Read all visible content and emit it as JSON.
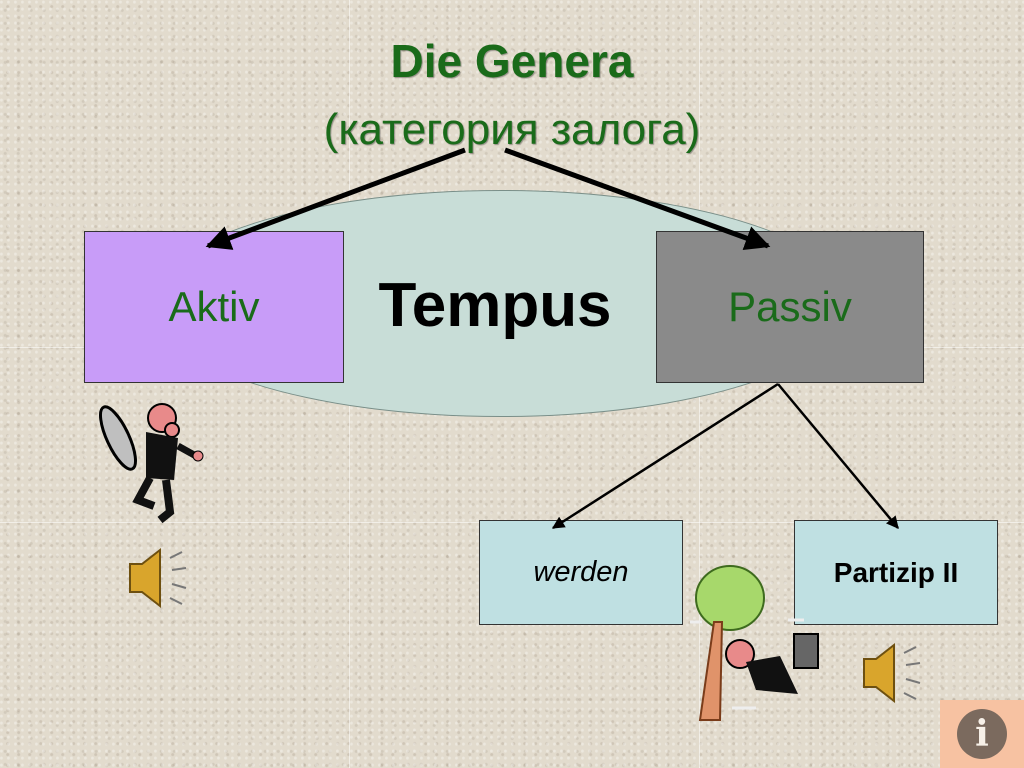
{
  "slide": {
    "title": "Die Genera",
    "subtitle": "(категория залога)"
  },
  "diagram": {
    "center_label": "Tempus",
    "nodes": {
      "aktiv": "Aktiv",
      "passiv": "Passiv",
      "werden": "werden",
      "partizip": "Partizip II"
    }
  },
  "icons": [
    "running-man-icon",
    "speaker-icon",
    "speaker-icon",
    "man-hitting-tree-icon",
    "info-icon"
  ],
  "colors": {
    "title": "#1a6b1a",
    "aktiv_box": "#c89cf8",
    "passiv_box": "#8a8a8a",
    "sub_boxes": "#bfe0e2",
    "ellipse": "#c8ddd7",
    "info_button": "#f7c2a2"
  },
  "info_button": {
    "glyph": "i"
  }
}
